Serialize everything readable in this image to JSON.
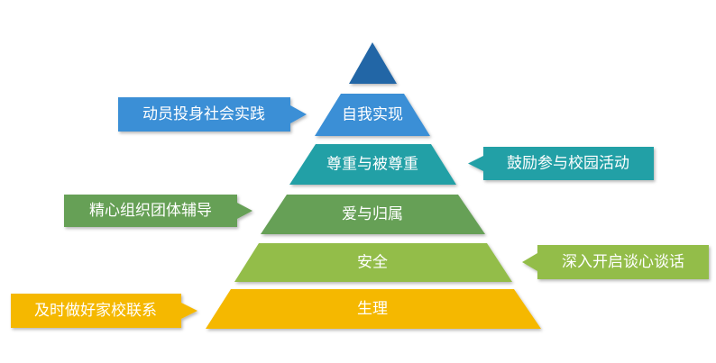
{
  "pyramid": {
    "apex": {
      "color": "#2166A6"
    },
    "tiers": [
      {
        "label": "自我实现",
        "color": "#3A8FD6"
      },
      {
        "label": "尊重与被尊重",
        "color": "#23A0A6"
      },
      {
        "label": "爱与归属",
        "color": "#66A057"
      },
      {
        "label": "安全",
        "color": "#93BD48"
      },
      {
        "label": "生理",
        "color": "#F5B800"
      }
    ]
  },
  "callouts": [
    {
      "label": "动员投身社会实践",
      "color": "#3A8FD6",
      "side": "left",
      "tier": "自我实现"
    },
    {
      "label": "鼓励参与校园活动",
      "color": "#23A0A6",
      "side": "right",
      "tier": "尊重与被尊重"
    },
    {
      "label": "精心组织团体辅导",
      "color": "#66A057",
      "side": "left",
      "tier": "爱与归属"
    },
    {
      "label": "深入开启谈心谈话",
      "color": "#93BD48",
      "side": "right",
      "tier": "安全"
    },
    {
      "label": "及时做好家校联系",
      "color": "#F5B800",
      "side": "left",
      "tier": "生理"
    }
  ]
}
